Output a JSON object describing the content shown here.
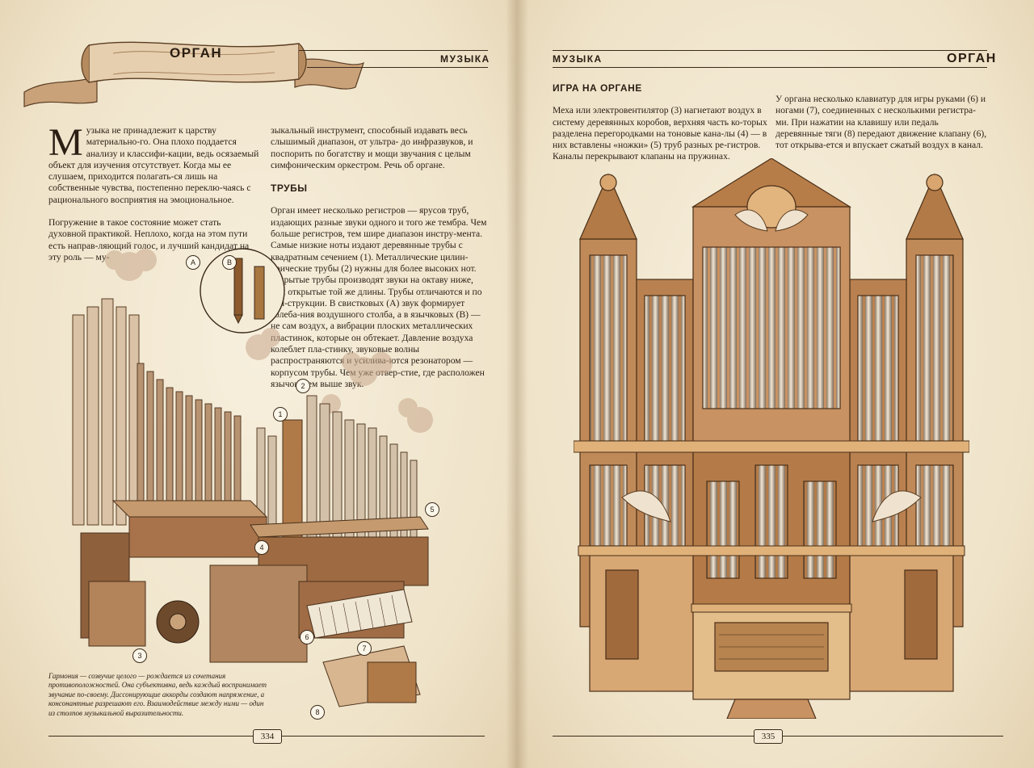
{
  "left_page": {
    "title": "ОРГАН",
    "section": "МУЗЫКА",
    "intro_dropcap": "М",
    "intro_p1": "узыка не принадлежит к царству материально-го. Она плохо поддается анализу и классифи-кации, ведь осязаемый объект для изучения отсутствует. Когда мы ее слушаем, приходится полагать-ся лишь на собственные чувства, постепенно переклю-чаясь с рационального восприятия на эмоциональное.",
    "intro_p2": "Погружение в такое состояние может стать духовной практикой. Неплохо, когда на этом пути есть направ-ляющий голос, и лучший кандидат на эту роль — му-",
    "col2_p1": "зыкальный инструмент, способный издавать весь слышимый диапазон, от ультра- до инфразвуков, и поспорить по богатству и мощи звучания с целым симфоническим оркестром. Речь об органе.",
    "pipes_heading": "ТРУБЫ",
    "pipes_text": "Орган имеет несколько регистров — ярусов труб, издающих разные звуки одного и того же тембра. Чем больше регистров, тем шире диапазон инстру-мента. Самые низкие ноты издают деревянные трубы с квадратным сечением (1). Металлические цилин-дрические трубы (2) нужны для более высоких нот. Закрытые трубы производят звуки на октаву ниже, чем открытые той же длины. Трубы отличаются и по кон-струкции. В свистковых (А) звук формирует колеба-ния воздушного столба, а в язычковых (В) — не сам воздух, а вибрации плоских металлических пластинок, которые он обтекает. Давление воздуха колеблет пла-стинку, звуковые волны распространяются и усилива-ются резонатором — корпусом трубы. Чем уже отвер-стие, где расположен язычок, тем выше звук.",
    "caption": "Гармония — созвучие целого — рождается из сочетания противоположностей. Она субъективна, ведь каждый воспринимает звучание по-своему. Диссонирующие аккорды создают напряжение, а консонантные разрешают его. Взаимодействие между ними — один из столпов музыкальной выразительности.",
    "page_number": "334",
    "inset_labels": [
      "A",
      "B"
    ],
    "callouts": [
      "1",
      "2",
      "3",
      "4",
      "5",
      "6",
      "7",
      "8"
    ]
  },
  "right_page": {
    "section": "МУЗЫКА",
    "title": "ОРГАН",
    "heading": "ИГРА НА ОРГАНЕ",
    "col1_text": "Меха или электровентилятор (3) нагнетают воздух в систему деревянных коробов, верхняя часть ко-торых разделена перегородками на тоновые кана-лы (4) — в них вставлены «ножки» (5) труб разных ре-гистров. Каналы перекрывают клапаны на пружинах.",
    "col2_text": "У органа несколько клавиатур для игры руками (6) и ногами (7), соединенных с несколькими регистра-ми. При нажатии на клавишу или педаль деревянные тяги (8) передают движение клапану (6), тот открыва-ется и впускает сжатый воздух в канал.",
    "page_number": "335"
  },
  "colors": {
    "paper": "#f3e9d4",
    "ink": "#2a1d12",
    "sepia": "#8a5a2e",
    "wood": "#a86f3c"
  }
}
